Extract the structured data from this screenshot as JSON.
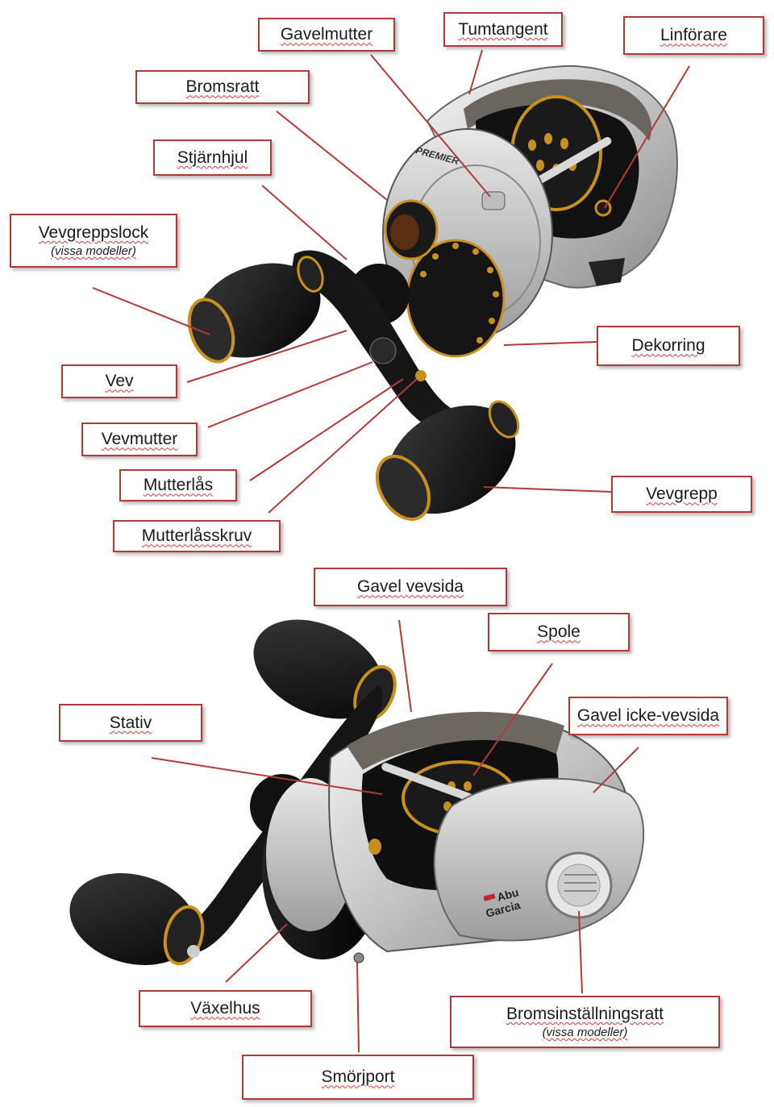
{
  "colors": {
    "leader": "#b03a3a",
    "spellcheck_underline": "#d23a3a",
    "label_border": "#b03a3a"
  },
  "diagram": {
    "top_reel": {
      "brand_text": "PREMIER",
      "labels": {
        "gavelmutter": "Gavelmutter",
        "tumtangent": "Tumtangent",
        "linforare": "Linförare",
        "bromsratt": "Bromsratt",
        "stjarnhjul": "Stjärnhjul",
        "vevgreppslock": "Vevgreppslock",
        "vevgreppslock_note": "(vissa modeller)",
        "dekorring": "Dekorring",
        "vev": "Vev",
        "vevmutter": "Vevmutter",
        "mutterlas": "Mutterlås",
        "mutterlasskruv": "Mutterlåsskruv",
        "vevgrepp": "Vevgrepp"
      }
    },
    "bottom_reel": {
      "brand_text": [
        "Abu",
        "Garcia"
      ],
      "labels": {
        "gavel_vevsida": "Gavel vevsida",
        "spole": "Spole",
        "stativ": "Stativ",
        "gavel_icke_vevsida": "Gavel icke-vevsida",
        "vaxelhus": "Växelhus",
        "bromsinstallningsratt": "Bromsinställningsratt",
        "bromsinstallningsratt_note": "(vissa modeller)",
        "smorjport": "Smörjport"
      }
    }
  }
}
